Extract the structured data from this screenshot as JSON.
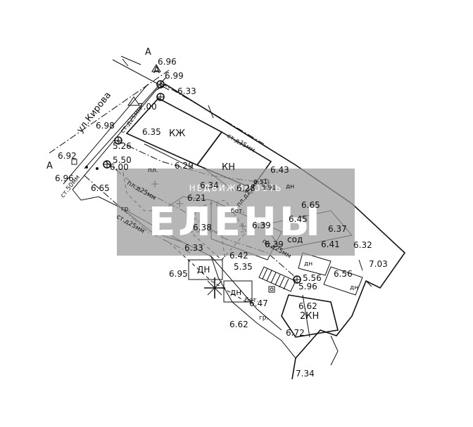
{
  "street": "ул.Кирова",
  "section_marks": [
    "А",
    "А",
    "А"
  ],
  "buildings": {
    "kzh": "КЖ",
    "kn": "КН",
    "kn2": "2КН",
    "dn": "ДН",
    "gr": "гр.",
    "gr2": "гр.",
    "bet": "бет.",
    "bet2": "бет.",
    "pl": "пл.",
    "dn2": "дн",
    "dn3": "дн",
    "dn4": "дн",
    "dn5": "дн",
    "sod": "сод"
  },
  "pipes": {
    "p1": "ст.50мм",
    "p2": "пл.д25мм",
    "p3": "ст.д25мм",
    "p4": "ст.д35мм",
    "p5": "пл.д25мм",
    "p6": "пл.д25мм",
    "p7": "ст.д25мм"
  },
  "elevations": {
    "e696a": "6.96",
    "e699": "6.99",
    "e633a": "6.33",
    "e700": "7.00",
    "e698": "6.98",
    "e635": "6.35",
    "e692": "6.92",
    "e696b": "6.96",
    "e600": "6.00",
    "e665a": "6.65",
    "e629": "6.29",
    "e643": "6.43",
    "e634": "6.34",
    "e628": "6.28",
    "e651": "6.51",
    "e621": "6.21",
    "e665b": "6.65",
    "e645": "6.45",
    "e591": "5.91",
    "e638": "6.38",
    "e639a": "6.39",
    "e637": "6.37",
    "e633b": "6.33",
    "e642": "6.42",
    "e639b": "6.39",
    "e641": "6.41",
    "e632": "6.32",
    "e535": "5.35",
    "e656": "6.56",
    "e703": "7.03",
    "e695": "6.95",
    "e647": "6.47",
    "e662a": "6.62",
    "e662b": "6.62",
    "e672": "6.72",
    "e734": "7.34",
    "e596": "5.96",
    "e556": "5.56",
    "e550": "5.50",
    "e526": "5.26"
  },
  "watermark": {
    "top": "НЕДВИЖИМОСТЬ",
    "main": "ЕЛЕНЫ"
  }
}
